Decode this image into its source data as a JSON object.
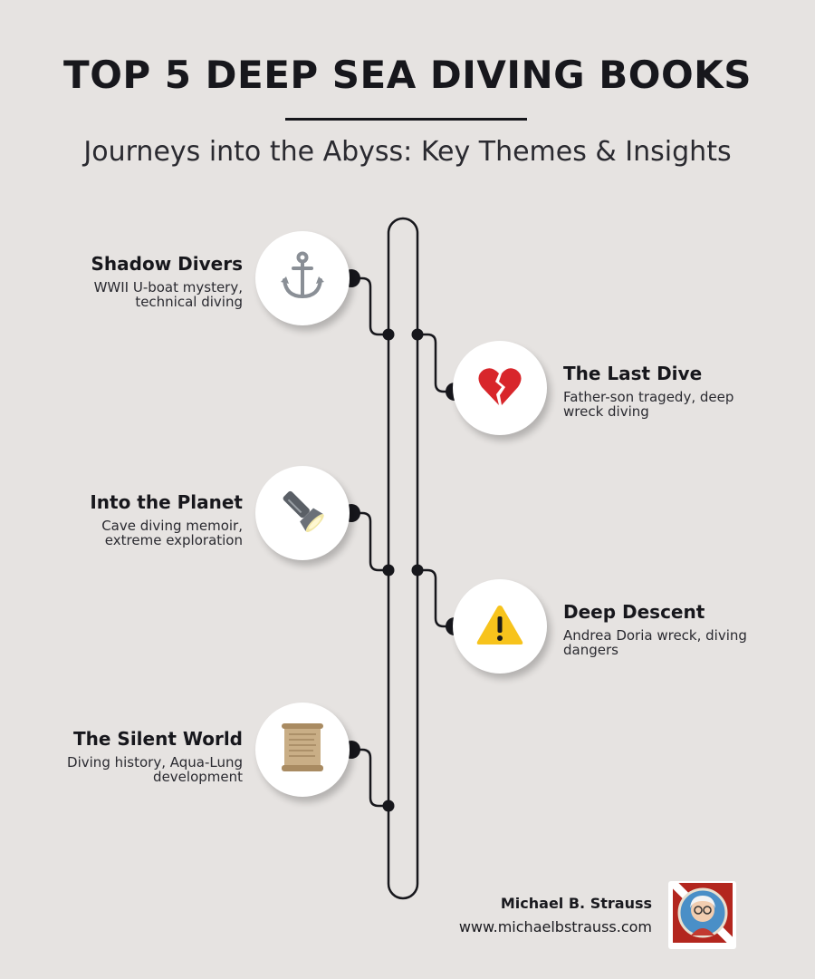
{
  "title": "TOP 5 DEEP SEA DIVING BOOKS",
  "subtitle": "Journeys into the Abyss: Key Themes & Insights",
  "books": [
    {
      "title": "Shadow Divers",
      "desc_line1": "WWII U-boat mystery,",
      "desc_line2": "technical diving",
      "icon": "anchor-icon",
      "side": "left"
    },
    {
      "title": "The Last Dive",
      "desc_line1": "Father-son tragedy, deep",
      "desc_line2": "wreck diving",
      "icon": "broken-heart-icon",
      "side": "right"
    },
    {
      "title": "Into the Planet",
      "desc_line1": "Cave diving memoir,",
      "desc_line2": "extreme exploration",
      "icon": "flashlight-icon",
      "side": "left"
    },
    {
      "title": "Deep Descent",
      "desc_line1": "Andrea Doria wreck, diving",
      "desc_line2": "dangers",
      "icon": "warning-icon",
      "side": "right"
    },
    {
      "title": "The Silent World",
      "desc_line1": "Diving history, Aqua-Lung",
      "desc_line2": "development",
      "icon": "scroll-icon",
      "side": "left"
    }
  ],
  "footer": {
    "name": "Michael B. Strauss",
    "url": "www.michaelbstrauss.com",
    "logo_icon": "author-avatar-icon"
  },
  "colors": {
    "background": "#e6e3e1",
    "ink": "#17171c",
    "heart": "#d8262b",
    "warning": "#f7c31c",
    "logo_red": "#b3261e"
  }
}
